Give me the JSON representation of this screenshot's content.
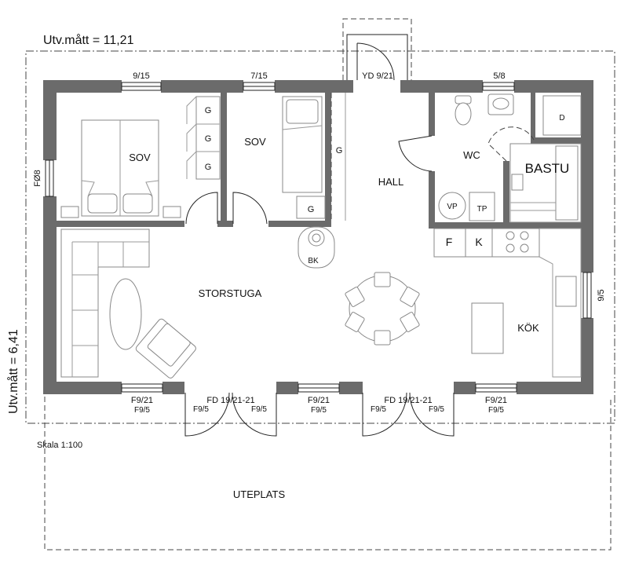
{
  "dimensions": {
    "width_label": "Utv.mått = 11,21",
    "height_label": "Utv.mått = 6,41"
  },
  "scale": "Skala 1:100",
  "rooms": {
    "sov1": "SOV",
    "sov2": "SOV",
    "hall": "HALL",
    "wc": "WC",
    "bastu": "BASTU",
    "storstuga": "STORSTUGA",
    "kok": "KÖK",
    "uteplats": "UTEPLATS"
  },
  "fixtures": {
    "wardrobe_1": "G",
    "wardrobe_2": "G",
    "wardrobe_3": "G",
    "wardrobe_hall": "G",
    "wardrobe_sov2": "G",
    "stove": "BK",
    "vp": "VP",
    "tp": "TP",
    "dryer": "D",
    "fridge": "F",
    "freezer": "K"
  },
  "windows": {
    "top_1": "9/15",
    "top_2": "7/15",
    "top_door": "YD 9/21",
    "top_3": "5/8",
    "left": "FØ8",
    "right": "9/5",
    "bottom_1_a": "F9/21",
    "bottom_1_b": "F9/5",
    "bottom_door1": "FD 19/21-21",
    "bottom_door1_l": "F9/5",
    "bottom_door1_r": "F9/5",
    "bottom_2_a": "F9/21",
    "bottom_2_b": "F9/5",
    "bottom_door2": "FD 19/21-21",
    "bottom_door2_l": "F9/5",
    "bottom_door2_r": "F9/5",
    "bottom_3_a": "F9/21",
    "bottom_3_b": "F9/5"
  }
}
